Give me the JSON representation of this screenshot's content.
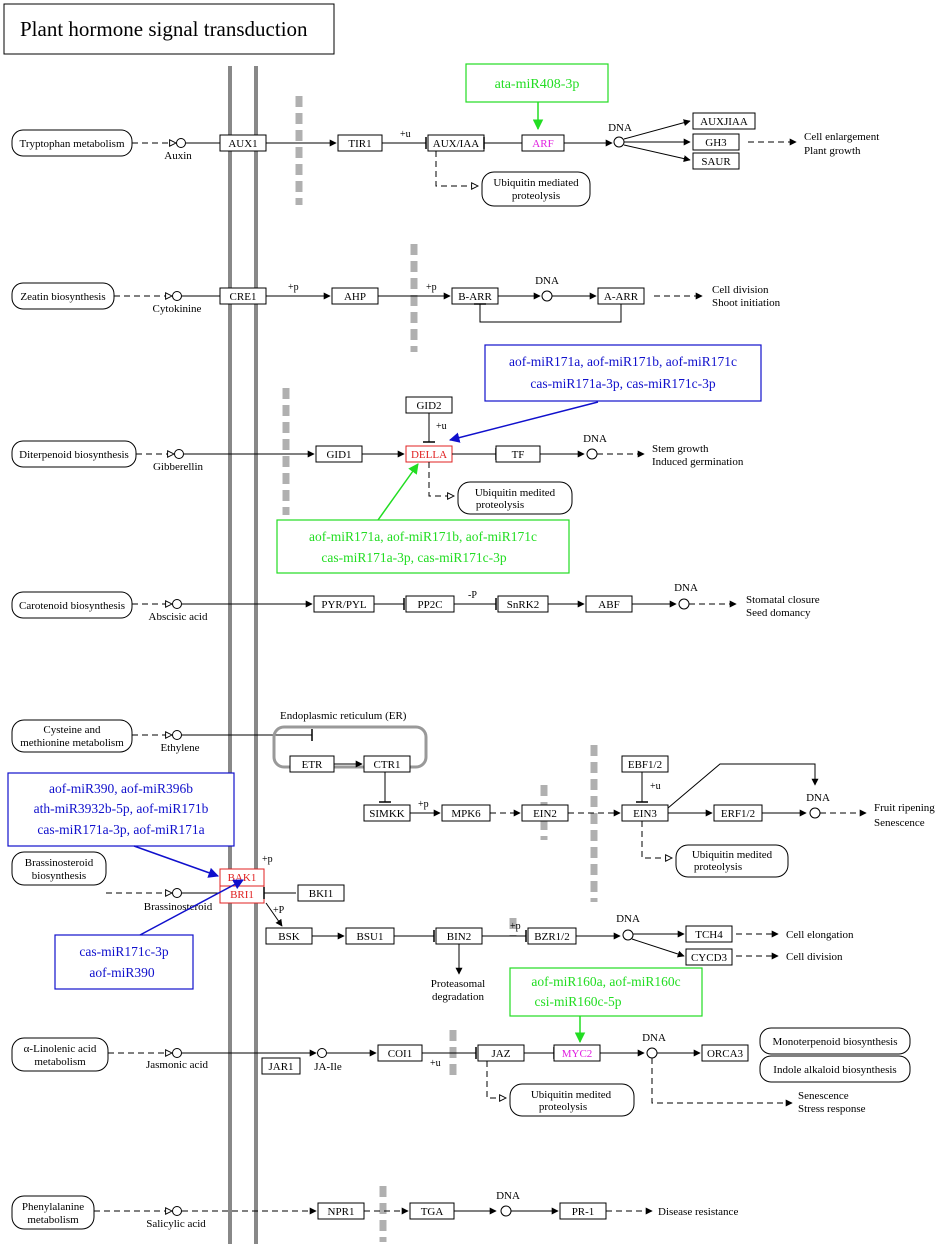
{
  "title": "Plant hormone signal transduction",
  "colors": {
    "red": "#e02020",
    "magenta": "#e020e0",
    "green": "#22dd22",
    "blue": "#1010cc",
    "membrane": "#888888",
    "bar": "#b0b0b0"
  },
  "pathways": {
    "auxin": {
      "source": "Tryptophan metabolism",
      "hormone": "Auxin",
      "n": {
        "aux1": "AUX1",
        "tir1": "TIR1",
        "aux_iaa": "AUX/IAA",
        "arf": "ARF",
        "auxjiaa": "AUXJIAA",
        "gh3": "GH3",
        "saur": "SAUR"
      },
      "mod": "+u",
      "dna": "DNA",
      "ubiq": [
        "Ubiquitin mediated",
        "proteolysis"
      ],
      "effect": [
        "Cell enlargement",
        "Plant growth"
      ],
      "mirna": [
        "ata-miR408-3p"
      ]
    },
    "cytokinin": {
      "source": "Zeatin biosynthesis",
      "hormone": "Cytokinine",
      "n": {
        "cre1": "CRE1",
        "ahp": "AHP",
        "b_arr": "B-ARR",
        "a_arr": "A-ARR"
      },
      "mod1": "+p",
      "mod2": "+p",
      "dna": "DNA",
      "effect": [
        "Cell division",
        "Shoot initiation"
      ]
    },
    "gibberellin": {
      "source": "Diterpenoid biosynthesis",
      "hormone": "Gibberellin",
      "n": {
        "gid1": "GID1",
        "gid2": "GID2",
        "della": "DELLA",
        "tf": "TF"
      },
      "mod": "+u",
      "dna": "DNA",
      "ubiq": [
        "Ubiquitin medited",
        "proteolysis"
      ],
      "effect": [
        "Stem growth",
        "Induced germination"
      ],
      "mirna_blue": [
        "aof-miR171a, aof-miR171b, aof-miR171c",
        "cas-miR171a-3p, cas-miR171c-3p"
      ],
      "mirna_green": [
        "aof-miR171a, aof-miR171b, aof-miR171c",
        "cas-miR171a-3p, cas-miR171c-3p"
      ]
    },
    "abscisic": {
      "source": "Carotenoid biosynthesis",
      "hormone": "Abscisic acid",
      "n": {
        "pyr": "PYR/PYL",
        "pp2c": "PP2C",
        "snrk2": "SnRK2",
        "abf": "ABF"
      },
      "mod": "-P",
      "dna": "DNA",
      "effect": [
        "Stomatal closure",
        "Seed domancy"
      ]
    },
    "ethylene": {
      "source": [
        "Cysteine and",
        "methionine metabolism"
      ],
      "hormone": "Ethylene",
      "er_label": "Endoplasmic reticulum (ER)",
      "n": {
        "etr": "ETR",
        "ctr1": "CTR1",
        "simkk": "SIMKK",
        "mpk6": "MPK6",
        "ein2": "EIN2",
        "ebf12": "EBF1/2",
        "ein3": "EIN3",
        "erf12": "ERF1/2"
      },
      "mod_p": "+p",
      "mod_u": "+u",
      "dna": "DNA",
      "ubiq": [
        "Ubiquitin medited",
        "proteolysis"
      ],
      "effect": [
        "Fruit ripening",
        "Senescence"
      ]
    },
    "brassinosteroid": {
      "source": [
        "Brassinosteroid",
        "biosynthesis"
      ],
      "hormone": "Brassinosteroid",
      "n": {
        "bak1": "BAK1",
        "bri1": "BRI1",
        "bki1": "BKI1",
        "bsk": "BSK",
        "bsu1": "BSU1",
        "bin2": "BIN2",
        "bzr12": "BZR1/2",
        "tch4": "TCH4",
        "cycd3": "CYCD3"
      },
      "mod_p1": "+p",
      "mod_p2": "+P",
      "mod_p3": "+p",
      "dna": "DNA",
      "degradation": [
        "Proteasomal",
        "degradation"
      ],
      "effect1": "Cell elongation",
      "effect2": "Cell division",
      "mirna_top": [
        "aof-miR390, aof-miR396b",
        "ath-miR3932b-5p, aof-miR171b",
        "cas-miR171a-3p, aof-miR171a"
      ],
      "mirna_bottom": [
        "cas-miR171c-3p",
        "aof-miR390"
      ]
    },
    "jasmonic": {
      "source": [
        "α-Linolenic acid",
        "metabolism"
      ],
      "hormone": "Jasmonic acid",
      "n": {
        "jar1": "JAR1",
        "ja_ile": "JA-Ile",
        "coi1": "COI1",
        "jaz": "JAZ",
        "myc2": "MYC2",
        "orca3": "ORCA3"
      },
      "mod": "+u",
      "dna": "DNA",
      "ubiq": [
        "Ubiquitin medited",
        "proteolysis"
      ],
      "side1": "Monoterpenoid biosynthesis",
      "side2": "Indole alkaloid biosynthesis",
      "effect": [
        "Senescence",
        "Stress response"
      ],
      "mirna": [
        "aof-miR160a, aof-miR160c",
        "csi-miR160c-5p"
      ]
    },
    "salicylic": {
      "source": [
        "Phenylalanine",
        "metabolism"
      ],
      "hormone": "Salicylic acid",
      "n": {
        "npr1": "NPR1",
        "tga": "TGA",
        "pr1": "PR-1"
      },
      "dna": "DNA",
      "effect": "Disease resistance"
    }
  }
}
